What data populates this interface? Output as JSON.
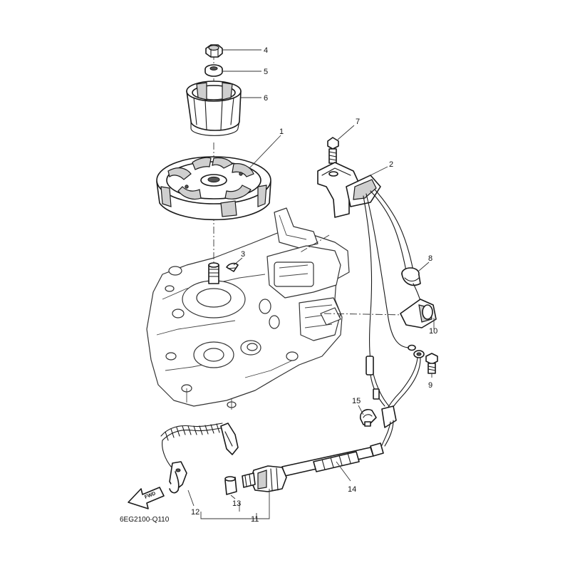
{
  "diagram": {
    "drawing_code": "6EG2100-Q110",
    "direction_label": "FWD",
    "callouts": {
      "c1": "1",
      "c2": "2",
      "c3": "3",
      "c4": "4",
      "c5": "5",
      "c6": "6",
      "c7": "7",
      "c8": "8",
      "c9": "9",
      "c10": "10",
      "c11": "11",
      "c12": "12",
      "c13": "13",
      "c14": "14",
      "c15": "15"
    }
  }
}
